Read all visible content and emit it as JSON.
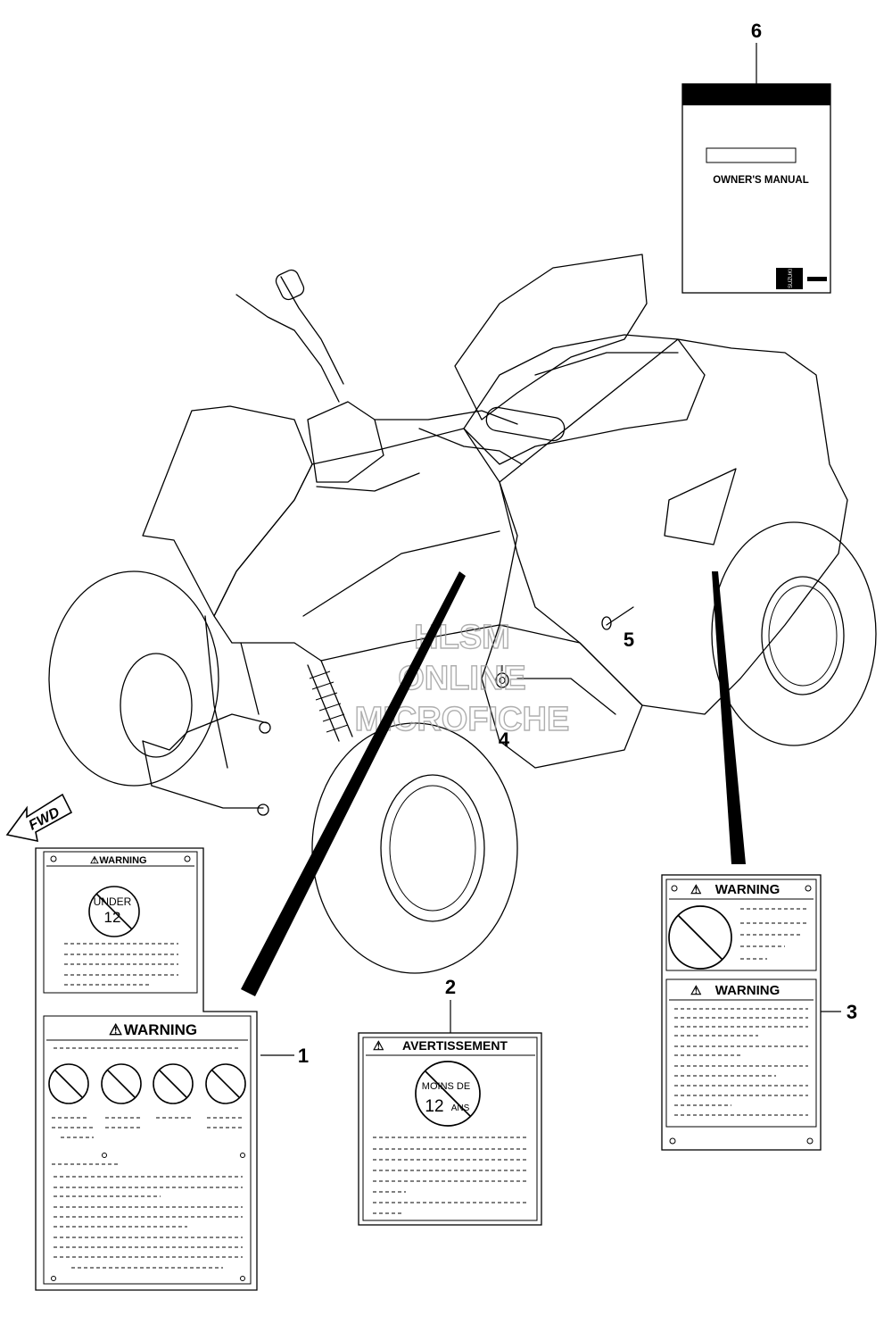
{
  "callouts": [
    "1",
    "2",
    "3",
    "4",
    "5",
    "6"
  ],
  "direction_arrow": {
    "label": "FWD"
  },
  "manual": {
    "title": "OWNER'S MANUAL",
    "brand": "SUZUKI",
    "icon": "suzuki-logo-icon"
  },
  "labels": {
    "warning_small": "WARNING",
    "under_text": "UNDER",
    "under_age": "12",
    "warning_large": "WARNING",
    "avertissement": "AVERTISSEMENT",
    "moins_de": "MOINS DE",
    "age_fr": "12",
    "ans": "ANS",
    "warning_3a": "WARNING",
    "warning_3b": "WARNING"
  },
  "watermark": {
    "line1": "HLSM",
    "line2": "ONLINE",
    "line3": "MICROFICHE"
  }
}
